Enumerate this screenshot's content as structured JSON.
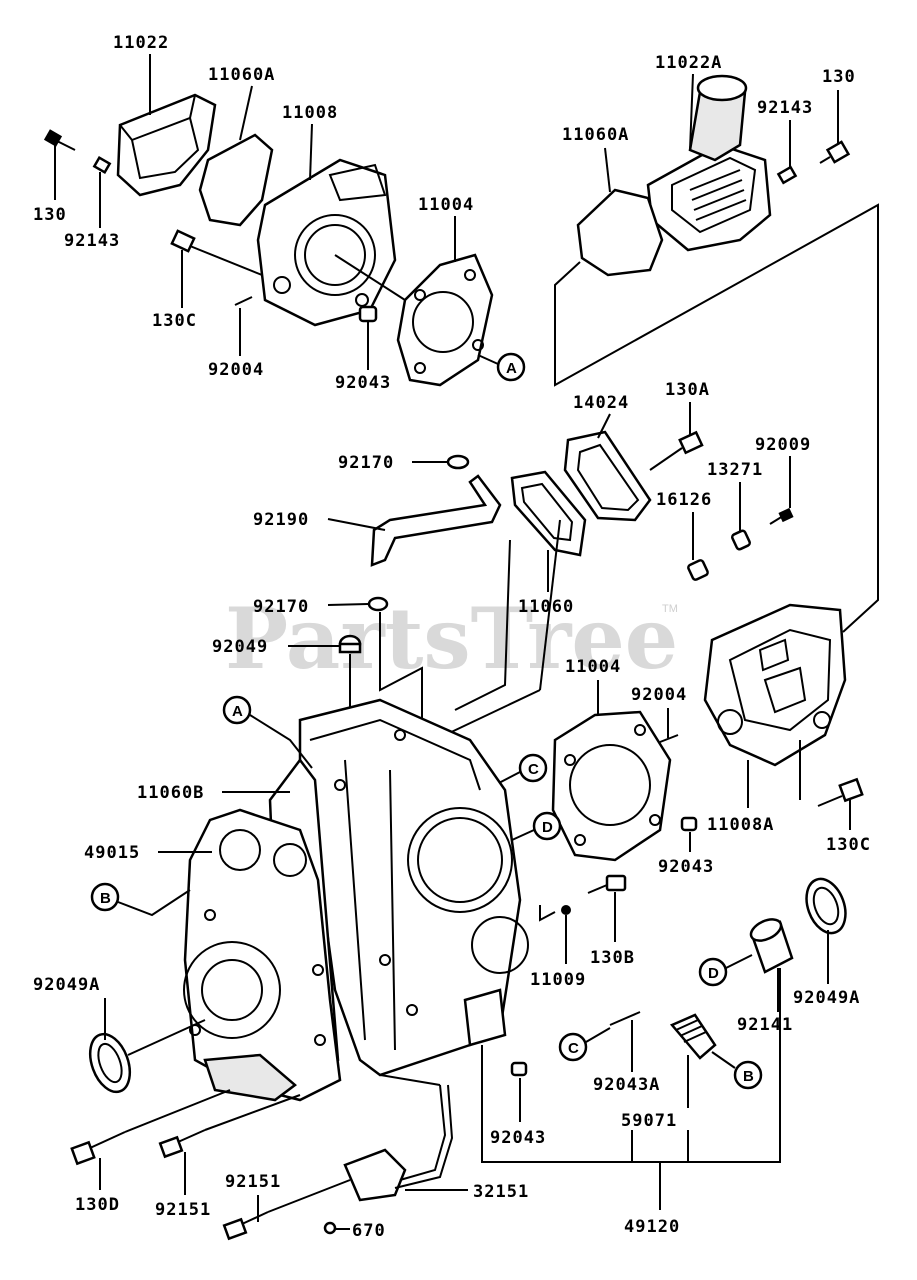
{
  "watermark": {
    "text": "PartsTree",
    "trademark": "TM"
  },
  "parts": {
    "p11022": "11022",
    "p11060A_l": "11060A",
    "p11008": "11008",
    "p11004_top": "11004",
    "p130_l": "130",
    "p92143_l": "92143",
    "p130C_l": "130C",
    "p92004_l": "92004",
    "p92043_top": "92043",
    "p11022A": "11022A",
    "p130_r": "130",
    "p92143_r": "92143",
    "p11060A_r": "11060A",
    "p14024": "14024",
    "p130A": "130A",
    "p92009": "92009",
    "p13271": "13271",
    "p16126": "16126",
    "p92170_top": "92170",
    "p92190": "92190",
    "p11060": "11060",
    "p92170_mid": "92170",
    "p92049": "92049",
    "p11004_mid": "11004",
    "p92004_r": "92004",
    "p11008A": "11008A",
    "p130C_r": "130C",
    "p11060B": "11060B",
    "p49015": "49015",
    "p92043_r": "92043",
    "p130B": "130B",
    "p11009": "11009",
    "p92049A_l": "92049A",
    "p92049A_r": "92049A",
    "p92141": "92141",
    "p92043A": "92043A",
    "p59071": "59071",
    "p92043_b": "92043",
    "p130D": "130D",
    "p92151_a": "92151",
    "p92151_b": "92151",
    "p32151": "32151",
    "p670": "670",
    "p49120": "49120"
  },
  "callouts": {
    "A1": "A",
    "A2": "A",
    "B1": "B",
    "B2": "B",
    "C1": "C",
    "C2": "C",
    "D1": "D",
    "D2": "D"
  }
}
